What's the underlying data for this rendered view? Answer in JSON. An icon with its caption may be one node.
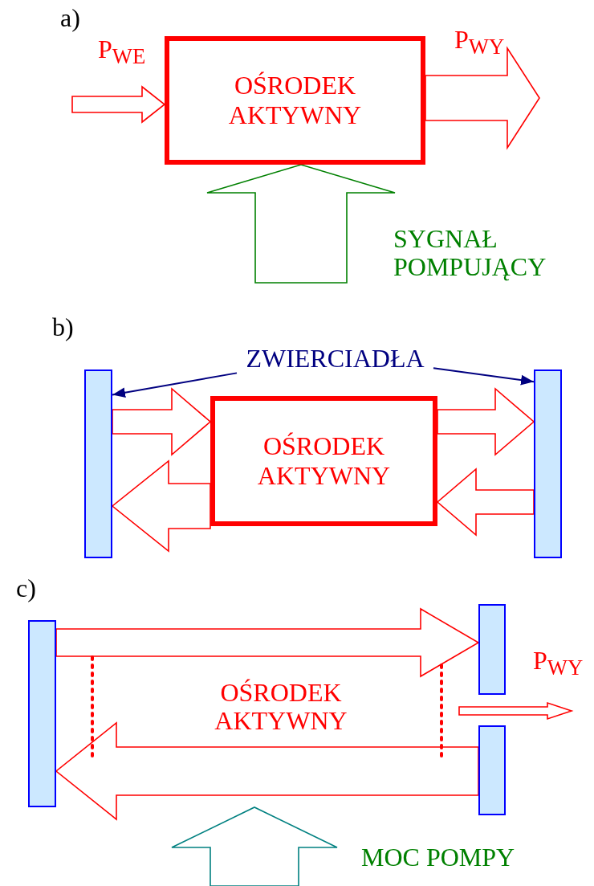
{
  "diagram": {
    "nodes": [
      {
        "text": [
          "OŚRODEK AKTYWNY"
        ]
      },
      {
        "text": [
          "ZWIERCIADŁA"
        ]
      },
      {
        "text": [],
        "shape": "box"
      },
      {
        "text": [
          "OŚRODEK AKTYWNY"
        ]
      },
      {
        "text": [],
        "shape": "box"
      },
      {
        "text": [],
        "shape": "box"
      },
      {
        "text": [],
        "shape": "box"
      },
      {
        "text": [],
        "shape": "box"
      }
    ],
    "edges": [
      {
        "from": null,
        "to": 0,
        "arrow": "to",
        "label": "P$_{WE}$"
      },
      {
        "from": 0,
        "to": null,
        "arrow": "to",
        "label": "P$_{WY}$"
      },
      {
        "from": null,
        "to": 0,
        "arrow": "to",
        "label": "SYGNAŁ POMPUJĄCY",
        "color": "#008000"
      },
      {
        "from": 1,
        "to": 2,
        "arrow": "to",
        "color": "#000080"
      },
      {
        "from": 1,
        "to": 4,
        "arrow": "to",
        "color": "#000080"
      },
      {
        "from": 2,
        "to": 3,
        "arrow": "to"
      },
      {
        "from": 3,
        "to": 4,
        "arrow": "to"
      },
      {
        "from": 4,
        "to": 3,
        "arrow": "to"
      },
      {
        "from": 3,
        "to": 2,
        "arrow": "to"
      },
      {
        "from": 5,
        "to": 6,
        "arrow": "to"
      },
      {
        "from": 7,
        "to": 5,
        "arrow": "to"
      },
      {
        "from": 7,
        "to": null,
        "arrow": "to",
        "label": "P$_{WY}$"
      }
    ],
    "labels": [
      "a)",
      "b)",
      "c)",
      "OŚRODEK AKTYWNY",
      "MOC POMPY"
    ]
  }
}
